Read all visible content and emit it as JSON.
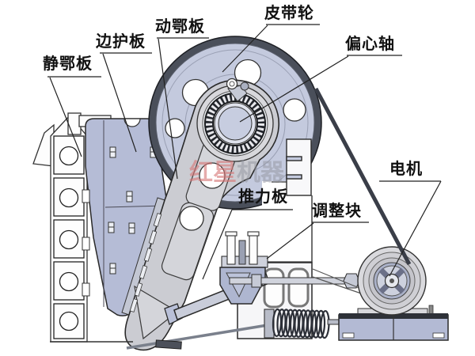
{
  "diagram": {
    "type": "jaw-crusher-structure-diagram",
    "labels": {
      "fixed_jaw_plate": "静鄂板",
      "side_guard_plate": "边护板",
      "movable_jaw_plate": "动鄂板",
      "belt_pulley": "皮带轮",
      "eccentric_shaft": "偏心轴",
      "motor": "电机",
      "thrust_plate": "推力板",
      "adjustment_block": "调整块"
    },
    "watermark": {
      "red_part": "红星",
      "grey_part": "机器"
    },
    "colors": {
      "machine_blue": "#b5bcd6",
      "wheel_face": "#c4cade",
      "wheel_rim": "#4a4f5a",
      "steel_grey": "#cbccd2",
      "dark_metal": "#2e3138",
      "leader_line": "#222222",
      "watermark_red": "#d67878",
      "watermark_grey": "#91949e"
    }
  }
}
